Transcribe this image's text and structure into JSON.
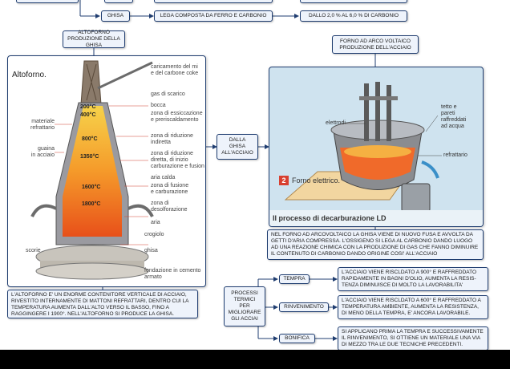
{
  "top_row": {
    "ghisa_label": "GHISA",
    "lega_text": "LEGA COMPOSTA DA FERRO E CARBONIO",
    "dallo_text": "DALLO 2,0 % AL 6,0 % DI CARBONIO"
  },
  "altoforno_title": "ALTOFORNO\nPRODUZIONE DELLA GHISA",
  "arco_title": "FORNO AD ARCO VOLTAICO\nPRODUZIONE DELL'ACCIAIO",
  "dalla_ghisa": "DALLA\nGHISA\nALL'ACCIAIO",
  "furnace_image": {
    "heading": "Altoforno.",
    "labels_right": [
      "caricamento del mi\ne del carbone coke",
      "gas di scarico",
      "bocca",
      "zona di essiccazione\ne preriscaldamento",
      "zona di riduzione\nindiretta",
      "zona di riduzione\ndiretta, di inizio\ncarburazione e fusion",
      "aria calda",
      "zona di fusione\ne carburazione",
      "zona di\ndesolforazione",
      "aria",
      "crogiolo",
      "ghisa",
      "fondazione in cemento\narmato"
    ],
    "labels_left": [
      "materiale\nrefrattario",
      "guaina\nin acciaio",
      "scorie"
    ],
    "temperatures": [
      "200°C",
      "400°C",
      "800°C",
      "1350°C",
      "1600°C",
      "1800°C"
    ]
  },
  "arc_image": {
    "labels": [
      "elettrodi",
      "tetto e\npareti\nraffreddati\nad acqua",
      "refrattario"
    ],
    "number": "2",
    "forno_label": "Forno elettrico.",
    "caption": "Il processo di decarburazione LD"
  },
  "arc_desc": "NEL FORNO AD ARCOVOLTAICO LA GHISA VIENE DI NUOVO FUSA E AVVOLTA DA GETTI D'ARIA COMPRESSA. L'OSSIGENO SI LEGA AL CARBONIO DANDO LUOGO AD UNA REAZIONE CHIMICA CON LA PRODUZIONE DI GAS CHE FANNO DIMINUIRE IL CONTENUTO DI CARBONIO DANDO ORIGINE COSI' ALL'ACCIAIO",
  "altoforno_desc": "L'ALTOFORNO E' UN ENORME CONTENITORE VERTICALE DI ACCIAIO, RIVESTITO INTERNAMENTE DI MATTONI REFRATTARI, DENTRO CUI LA TEMPERATURA AUMENTA DALL'ALTO VERSO IL BASSO, FINO A RAGGINGERE I 1900°. NELL'ALTOFORNO SI PRODUCE LA GHISA.",
  "processi": "PROCESSI\nTERMICI\nPER\nMIGLIORARE\nGLI ACCIAI",
  "branches": [
    {
      "label": "TEMPRA",
      "desc": "L'ACCIAIO VIENE RISCLDATO A 900° E RAFFREDDATO RAPIDAMENTE IN BAGNI D'OLIO, AUMENTA LA RESIS-TENZA DIMINUISCE DI MOLTO LA LAVORABILITA'"
    },
    {
      "label": "RINVENIMENTO",
      "desc": "L'ACCIAIO VIENE RISCLDATO A 600° E RAFFREDDATO A TEMPERATURA AMBIENTE, AUMENTA LA RESISTENZA, DI MENO DELLA TEMPRA, E' ANCORA LAVORABILE."
    },
    {
      "label": "BONIFICA",
      "desc": "SI APPLICANO PRIMA LA TEMPRA E SUCCESSIVAMENTE IL RINVENIMENTO, SI OTTIENE UN MATERIALE UNA VIA DI MEZZO TRA LE DUE TECNICHE PRECEDENTI."
    }
  ]
}
